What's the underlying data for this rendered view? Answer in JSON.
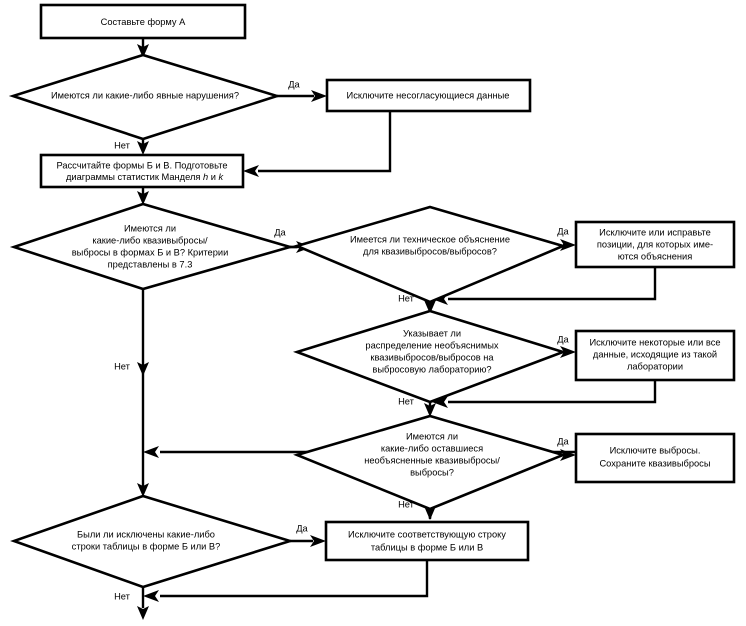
{
  "diagram": {
    "type": "flowchart",
    "language": "ru",
    "colors": {
      "background": "#ffffff",
      "stroke": "#000000",
      "fill": "#ffffff",
      "text": "#000000"
    },
    "nodes": {
      "start_form_a": {
        "shape": "process",
        "lines": [
          "Составьте форму А"
        ]
      },
      "decision_obvious_violations": {
        "shape": "decision",
        "lines": [
          "Имеются ли какие-либо явные нарушения?"
        ]
      },
      "exclude_inconsistent": {
        "shape": "process",
        "lines": [
          "Исключите несогласующиеся данные"
        ]
      },
      "calc_forms_bv": {
        "shape": "process",
        "lines": [
          "Рассчитайте формы Б и В. Подготовьте",
          "диаграммы статистик Манделя h и k"
        ],
        "italic_tokens": [
          "h",
          "k"
        ]
      },
      "decision_quasi_outliers": {
        "shape": "decision",
        "lines": [
          "Имеются ли",
          "какие-либо квазивыбросы/",
          "выбросы в формах Б и В? Критерии",
          "представлены в 7.3"
        ]
      },
      "decision_technical_explanation": {
        "shape": "decision",
        "lines": [
          "Имеется ли техническое объяснение",
          "для квазивыбросов/выбросов?"
        ]
      },
      "exclude_or_correct": {
        "shape": "process",
        "lines": [
          "Исключите или исправьте",
          "позиции, для которых име-",
          "ются объяснения"
        ]
      },
      "decision_lab_distribution": {
        "shape": "decision",
        "lines": [
          "Указывает ли",
          "распределение необъяснимых",
          "квазивыбросов/выбросов на",
          "выбросовую лабораторию?"
        ]
      },
      "exclude_lab_data": {
        "shape": "process",
        "lines": [
          "Исключите некоторые или все",
          "данные, исходящие из такой",
          "лаборатории"
        ]
      },
      "decision_remaining_unexplained": {
        "shape": "decision",
        "lines": [
          "Имеются ли",
          "какие-либо оставшиеся",
          "необъясненные квазивыбросы/",
          "выбросы?"
        ]
      },
      "exclude_outliers_keep_quasi": {
        "shape": "process",
        "lines": [
          "Исключите выбросы.",
          "Сохраните квазивыбросы"
        ]
      },
      "decision_rows_excluded": {
        "shape": "decision",
        "lines": [
          "Были ли исключены какие-либо",
          "строки таблицы в форме Б или В?"
        ]
      },
      "exclude_table_row": {
        "shape": "process",
        "lines": [
          "Исключите соответствующую строку",
          "таблицы в форме Б или В"
        ]
      }
    },
    "edge_labels": {
      "yes": "Да",
      "no": "Нет"
    },
    "edges": [
      {
        "from": "start_form_a",
        "to": "decision_obvious_violations",
        "label": ""
      },
      {
        "from": "decision_obvious_violations",
        "to": "exclude_inconsistent",
        "label": "Да"
      },
      {
        "from": "decision_obvious_violations",
        "to": "calc_forms_bv",
        "label": "Нет"
      },
      {
        "from": "exclude_inconsistent",
        "to": "calc_forms_bv",
        "label": ""
      },
      {
        "from": "calc_forms_bv",
        "to": "decision_quasi_outliers",
        "label": ""
      },
      {
        "from": "decision_quasi_outliers",
        "to": "decision_technical_explanation",
        "label": "Да"
      },
      {
        "from": "decision_quasi_outliers",
        "to": "decision_rows_excluded",
        "label": "Нет"
      },
      {
        "from": "decision_technical_explanation",
        "to": "exclude_or_correct",
        "label": "Да"
      },
      {
        "from": "decision_technical_explanation",
        "to": "decision_lab_distribution",
        "label": "Нет"
      },
      {
        "from": "exclude_or_correct",
        "to": "decision_lab_distribution",
        "label": ""
      },
      {
        "from": "decision_lab_distribution",
        "to": "exclude_lab_data",
        "label": "Да"
      },
      {
        "from": "decision_lab_distribution",
        "to": "decision_remaining_unexplained",
        "label": "Нет"
      },
      {
        "from": "exclude_lab_data",
        "to": "decision_remaining_unexplained",
        "label": ""
      },
      {
        "from": "decision_remaining_unexplained",
        "to": "exclude_outliers_keep_quasi",
        "label": "Да"
      },
      {
        "from": "decision_remaining_unexplained",
        "to": "decision_rows_excluded",
        "label": "Нет"
      },
      {
        "from": "exclude_outliers_keep_quasi",
        "to": "decision_rows_excluded",
        "label": ""
      },
      {
        "from": "decision_rows_excluded",
        "to": "exclude_table_row",
        "label": "Да"
      },
      {
        "from": "decision_rows_excluded",
        "to": "exit",
        "label": "Нет"
      },
      {
        "from": "exclude_table_row",
        "to": "exit",
        "label": ""
      }
    ]
  }
}
